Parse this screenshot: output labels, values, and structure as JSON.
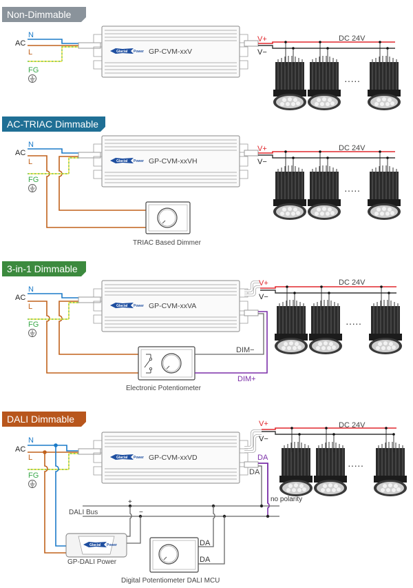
{
  "sections": [
    {
      "title": "Non-Dimmable",
      "badge_color": "#8a939b",
      "ac_label": "AC",
      "n_label": "N",
      "l_label": "L",
      "fg_label": "FG",
      "model": "GP-CVM-xxV",
      "vplus": "V+",
      "vminus": "V−",
      "dc_label": "DC 24V",
      "lamp_count_shown": 3,
      "ellipsis": "·····"
    },
    {
      "title": "AC-TRIAC Dimmable",
      "badge_color": "#1f6f95",
      "ac_label": "AC",
      "n_label": "N",
      "l_label": "L",
      "fg_label": "FG",
      "model": "GP-CVM-xxVH",
      "vplus": "V+",
      "vminus": "V−",
      "dc_label": "DC 24V",
      "dimmer_caption": "TRIAC Based Dimmer",
      "lamp_count_shown": 3,
      "ellipsis": "·····"
    },
    {
      "title": "3-in-1 Dimmable",
      "badge_color": "#3c8a3e",
      "ac_label": "AC",
      "n_label": "N",
      "l_label": "L",
      "fg_label": "FG",
      "model": "GP-CVM-xxVA",
      "vplus": "V+",
      "vminus": "V−",
      "dc_label": "DC 24V",
      "dim_minus": "DIM−",
      "dim_plus": "DIM+",
      "dimmer_caption": "Electronic Potentiometer",
      "lamp_count_shown": 3,
      "ellipsis": "·····"
    },
    {
      "title": "DALI Dimmable",
      "badge_color": "#b8561c",
      "ac_label": "AC",
      "n_label": "N",
      "l_label": "L",
      "fg_label": "FG",
      "model": "GP-CVM-xxVD",
      "vplus": "V+",
      "vminus": "V−",
      "dc_label": "DC 24V",
      "da_purple": "DA",
      "da_black": "DA",
      "no_polarity": "no polarity",
      "bus_label": "DALI Bus",
      "bus_plus": "+",
      "bus_minus": "−",
      "psu_caption": "GP-DALI Power",
      "mcu_da1": "DA",
      "mcu_da2": "DA",
      "mcu_caption": "Digital Potentiometer DALI MCU",
      "lamp_count_shown": 3,
      "ellipsis": "·····"
    }
  ],
  "brand": {
    "logo_text_left": "Glacial",
    "logo_text_right": "Power",
    "registered": "®"
  },
  "colors": {
    "neutral_wire": "#1a7ac8",
    "live_wire": "#c0601a",
    "ground_wire": "#6bbf3a",
    "vplus_wire": "#e0262b",
    "vminus_wire": "#333333",
    "dim_plus_wire": "#7b2fa8"
  }
}
